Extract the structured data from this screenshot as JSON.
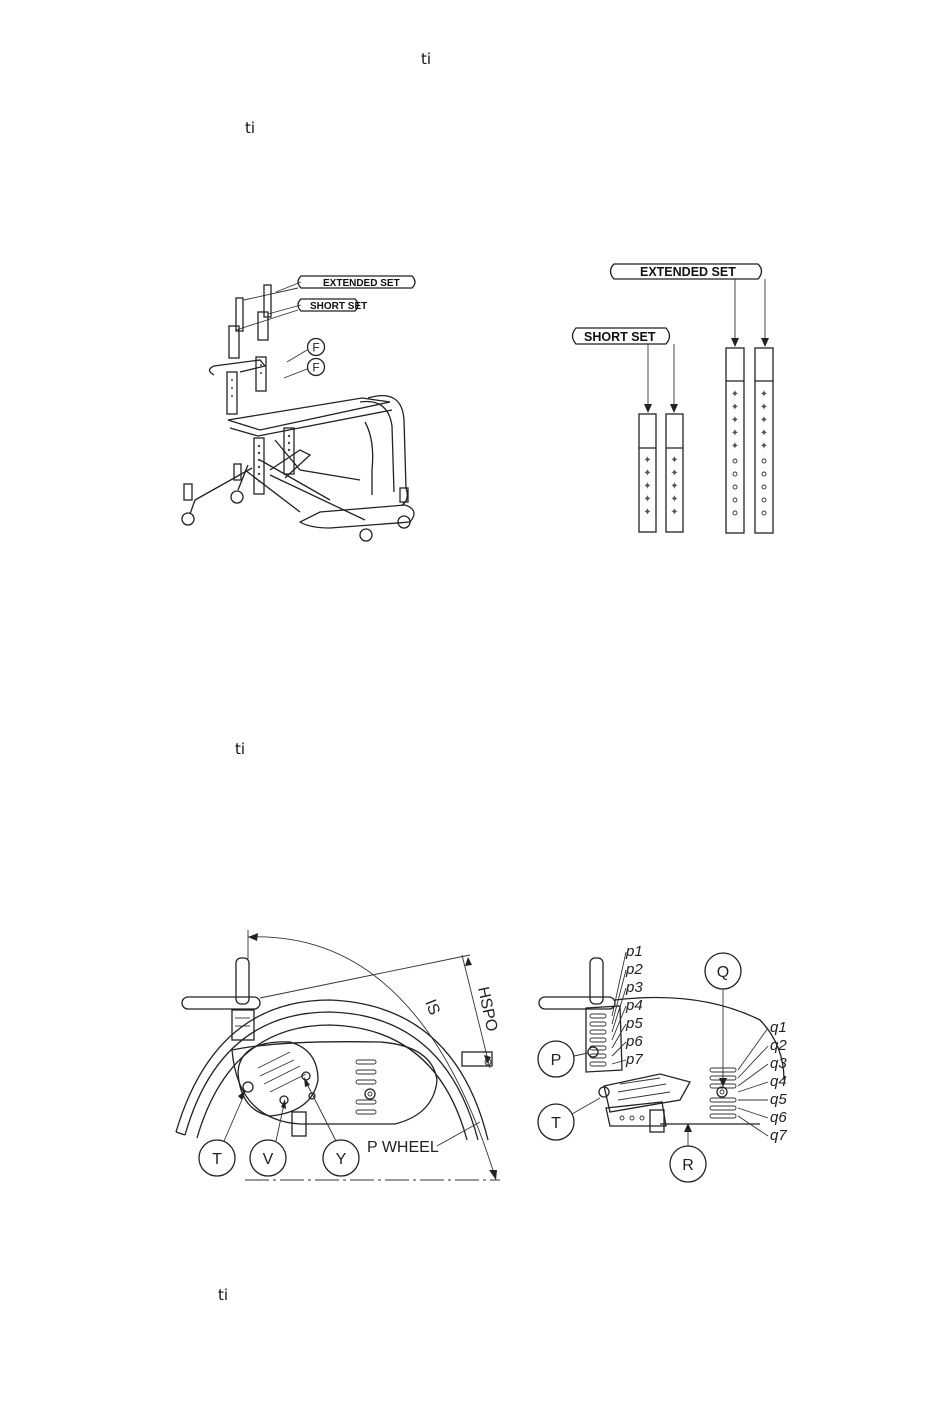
{
  "fragments": [
    "ti",
    "ti",
    "ti",
    "ti"
  ],
  "figure1": {
    "extended_set_label": "EXTENDED SET",
    "short_set_label": "SHORT SET",
    "callout_f1": "F",
    "callout_f2": "F"
  },
  "figure2": {
    "extended_set_label": "EXTENDED SET",
    "short_set_label": "SHORT SET"
  },
  "figure3": {
    "callout_t": "T",
    "callout_v": "V",
    "callout_y": "Y",
    "is_label": "IS",
    "hspo_label": "HSPO",
    "p_wheel_label": "P WHEEL"
  },
  "figure4": {
    "callout_p": "P",
    "callout_t": "T",
    "callout_q": "Q",
    "callout_r": "R",
    "p_labels": [
      "p1",
      "p2",
      "p3",
      "p4",
      "p5",
      "p6",
      "p7"
    ],
    "q_labels": [
      "q1",
      "q2",
      "q3",
      "q4",
      "q5",
      "q6",
      "q7"
    ]
  }
}
